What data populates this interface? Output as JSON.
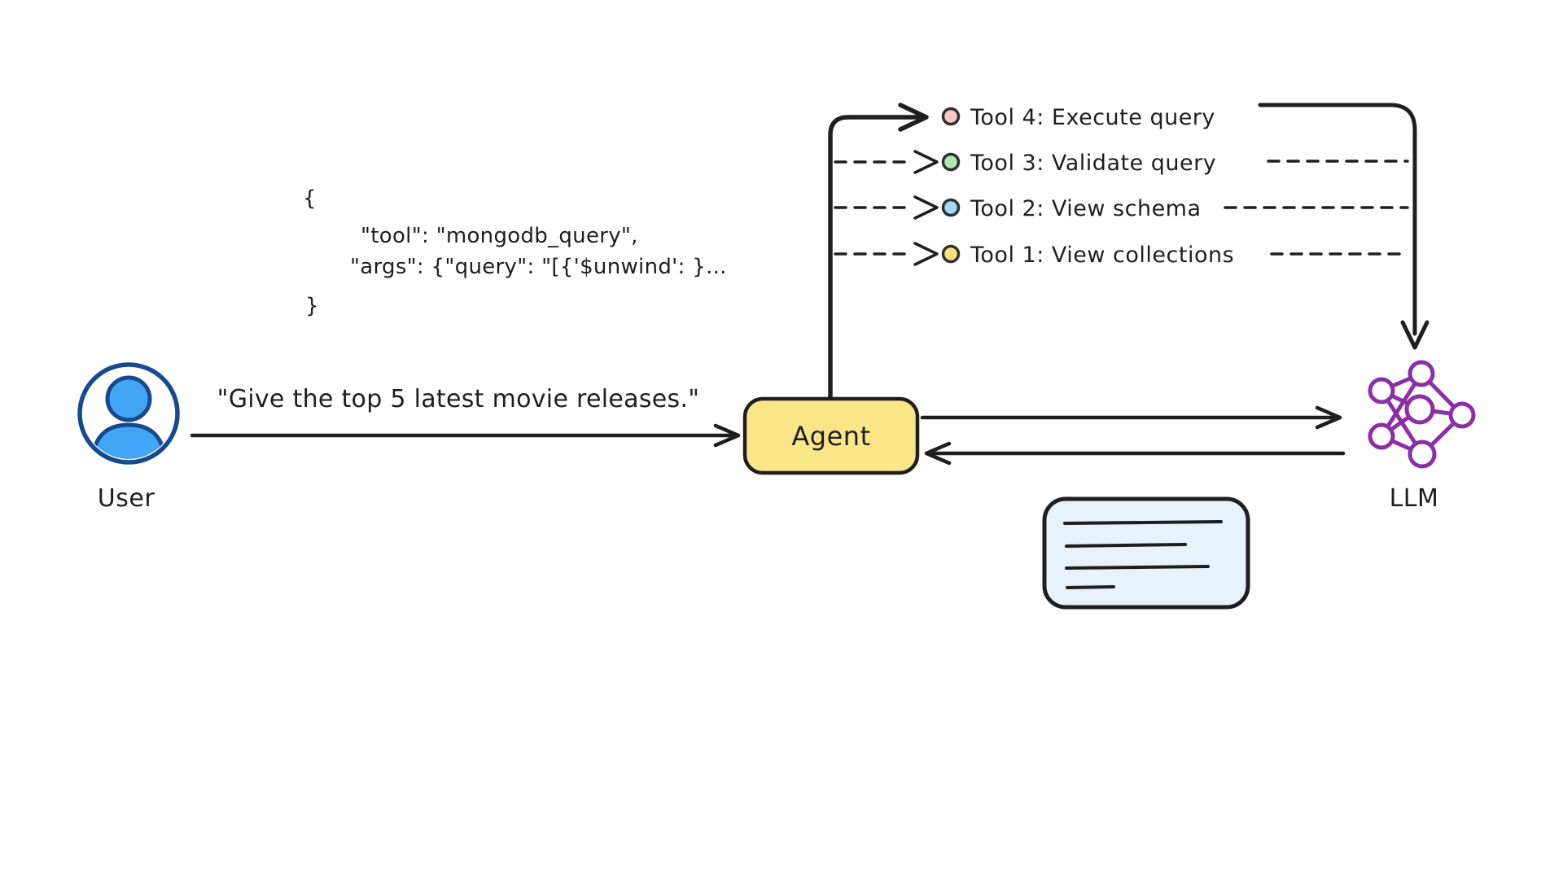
{
  "diagram": {
    "user_label": "User",
    "user_message": "\"Give the top 5 latest movie releases.\"",
    "agent_label": "Agent",
    "llm_label": "LLM",
    "snippet": {
      "l1": "{",
      "l2": "\"tool\": \"mongodb_query\",",
      "l3": "\"args\": {\"query\": \"[{'$unwind': }...",
      "l4": "}"
    },
    "tools": [
      {
        "label": "Tool 4: Execute query",
        "dot_color": "#f9c6c7",
        "link": "solid"
      },
      {
        "label": "Tool 3: Validate query",
        "dot_color": "#aee8b4",
        "link": "dashed"
      },
      {
        "label": "Tool 2: View schema",
        "dot_color": "#a5d8f7",
        "link": "dashed"
      },
      {
        "label": "Tool 1: View collections",
        "dot_color": "#f7e17d",
        "link": "dashed"
      }
    ],
    "colors": {
      "ink": "#1e1e1e",
      "agent_fill": "#fae588",
      "card_fill": "#e7f2fb",
      "llm_stroke": "#8b2fa6",
      "user_fill": "#42a5f5",
      "user_stroke": "#17498f"
    }
  }
}
